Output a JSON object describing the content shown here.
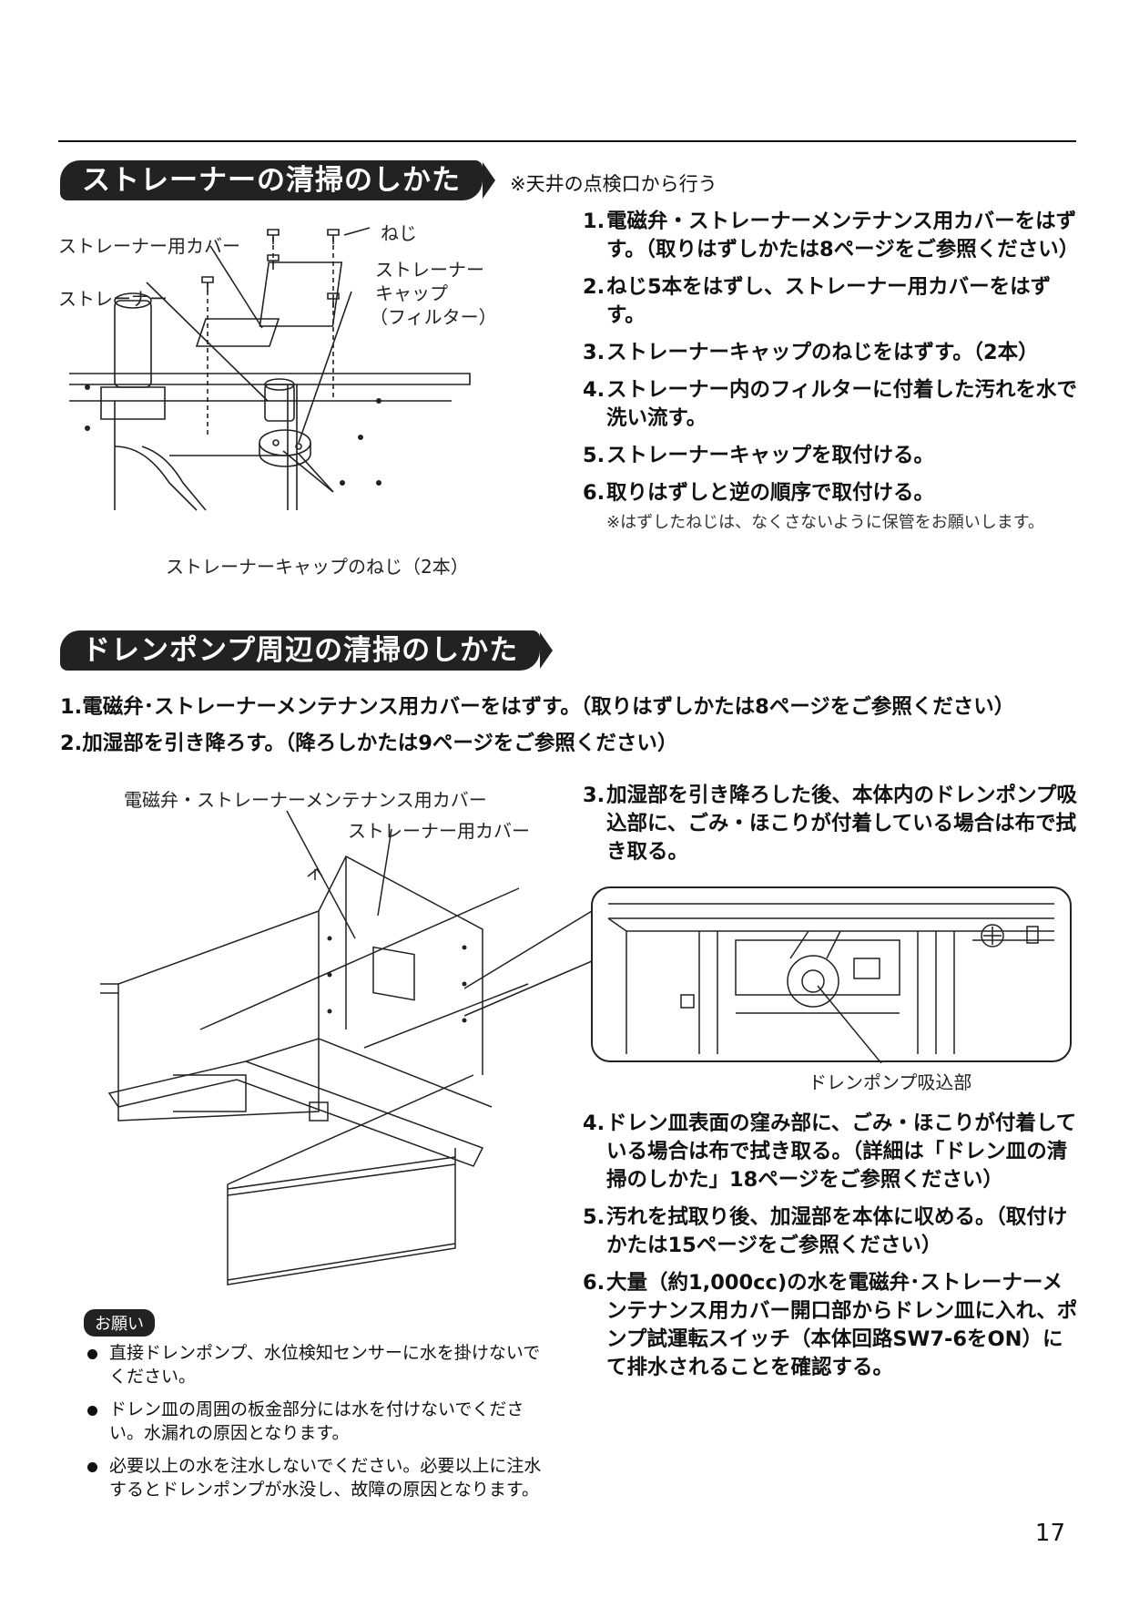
{
  "section1": {
    "title": "ストレーナーの清掃のしかた",
    "note": "※天井の点検口から行う",
    "diagram_labels": {
      "cover": "ストレーナー用カバー",
      "screw": "ねじ",
      "cap_line1": "ストレーナー",
      "cap_line2": "キャップ",
      "cap_line3": "（フィルター）",
      "strainer": "ストレーナー",
      "cap_screws": "ストレーナーキャップのねじ（2本）"
    },
    "steps": [
      {
        "num": "1.",
        "text": "電磁弁・ストレーナーメンテナンス用カバーをはずす。（取りはずしかたは8ページをご参照ください）"
      },
      {
        "num": "2.",
        "text": "ねじ5本をはずし、ストレーナー用カバーをはずす。"
      },
      {
        "num": "3.",
        "text": "ストレーナーキャップのねじをはずす。（2本）"
      },
      {
        "num": "4.",
        "text": "ストレーナー内のフィルターに付着した汚れを水で洗い流す。"
      },
      {
        "num": "5.",
        "text": "ストレーナーキャップを取付ける。"
      },
      {
        "num": "6.",
        "text": "取りはずしと逆の順序で取付ける。"
      }
    ],
    "step_note": "※はずしたねじは、なくさないように保管をお願いします。"
  },
  "section2": {
    "title": "ドレンポンプ周辺の清掃のしかた",
    "step1": "1.電磁弁･ストレーナーメンテナンス用カバーをはずす。（取りはずしかたは8ページをご参照ください）",
    "step2": "2.加湿部を引き降ろす。（降ろしかたは9ページをご参照ください）",
    "diagram_labels": {
      "maint_cover": "電磁弁・ストレーナーメンテナンス用カバー",
      "strainer_cover": "ストレーナー用カバー",
      "pump_inlet": "ドレンポンプ吸込部"
    },
    "steps": [
      {
        "num": "3.",
        "text": "加湿部を引き降ろした後、本体内のドレンポンプ吸込部に、ごみ・ほこりが付着している場合は布で拭き取る。"
      },
      {
        "num": "4.",
        "text": "ドレン皿表面の窪み部に、ごみ・ほこりが付着している場合は布で拭き取る。（詳細は「ドレン皿の清掃のしかた」18ページをご参照ください）"
      },
      {
        "num": "5.",
        "text": "汚れを拭取り後、加湿部を本体に収める。（取付けかたは15ページをご参照ください）"
      },
      {
        "num": "6.",
        "text": "大量（約1,000cc)の水を電磁弁･ストレーナーメンテナンス用カバー開口部からドレン皿に入れ、ポンプ試運転スイッチ（本体回路SW7-6をON）にて排水されることを確認する。"
      }
    ],
    "caution_badge": "お願い",
    "cautions": [
      "直接ドレンポンプ、水位検知センサーに水を掛けないでください。",
      "ドレン皿の周囲の板金部分には水を付けないでください。水漏れの原因となります。",
      "必要以上の水を注水しないでください。必要以上に注水するとドレンポンプが水没し、故障の原因となります。"
    ]
  },
  "page_number": "17"
}
